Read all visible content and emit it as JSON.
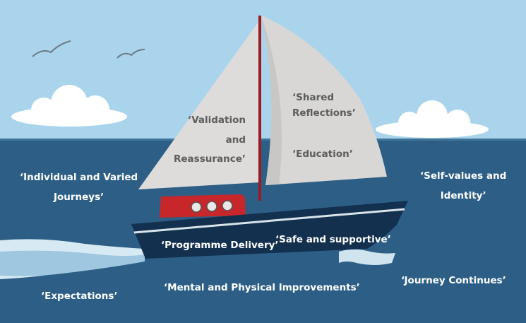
{
  "labels": {
    "validation_line1": "‘Validation",
    "validation_line2": "and",
    "validation_line3": "Reassurance’",
    "shared_line1": "‘Shared",
    "shared_line2": "Reflections’",
    "education": "‘Education’",
    "individual_line1": "‘Individual and Varied",
    "individual_line2": "Journeys’",
    "self_values_line1": "‘Self-values and",
    "self_values_line2": "Identity’",
    "programme_delivery": "‘Programme Delivery’",
    "safe_supportive": "‘Safe and supportive’",
    "expectations": "‘Expectations’",
    "mental_physical": "‘Mental and Physical Improvements’",
    "journey_continues": "‘Journey Continues’"
  },
  "colors": {
    "sky": "#a9d4ec",
    "sea": "#2d5f86",
    "sail": "#dedcdb",
    "hull": "#13304f",
    "cabin": "#c7262b",
    "mast": "#9a1c20"
  }
}
